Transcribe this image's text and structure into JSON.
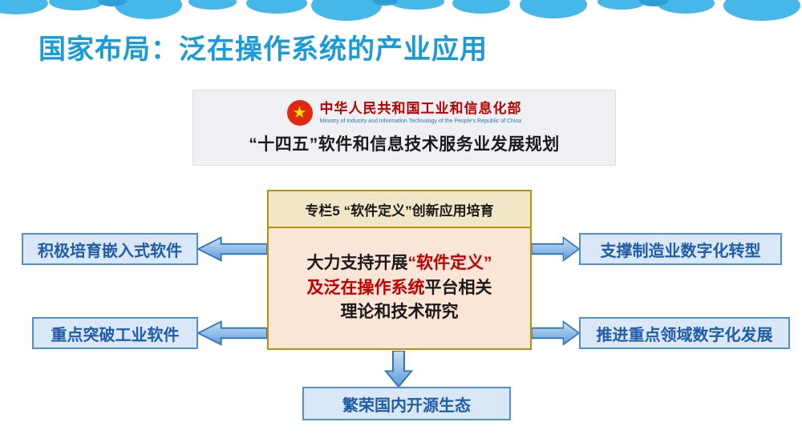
{
  "slide": {
    "title": "国家布局：泛在操作系统的产业应用"
  },
  "ministry": {
    "emblem_icon": "china-national-emblem",
    "name_cn": "中华人民共和国工业和信息化部",
    "name_en": "Ministry of Industry and Information Technology of the People's Republic of China",
    "plan_title": "“十四五”软件和信息技术服务业发展规划"
  },
  "center_box": {
    "header": "专栏5 “软件定义”创新应用培育",
    "body_lines": [
      [
        {
          "text": "大力支持开展",
          "red": false
        },
        {
          "text": "“软件定义”",
          "red": true
        }
      ],
      [
        {
          "text": "及泛在操作系统",
          "red": true
        },
        {
          "text": "平台相关",
          "red": false
        }
      ],
      [
        {
          "text": "理论和技术研究",
          "red": false
        }
      ]
    ]
  },
  "nodes": {
    "left_top": "积极培育嵌入式软件",
    "left_bottom": "重点突破工业软件",
    "right_top": "支撑制造业数字化转型",
    "right_bottom": "推进重点领域数字化发展",
    "bottom": "繁荣国内开源生态"
  },
  "colors": {
    "title": "#18,9BD9",
    "cloud": "#45B7E9",
    "cloud_dark": "#2E9FD6",
    "node_fill": "#DAE7F6",
    "node_border": "#4F8FD2",
    "node_text": "#1F5CA9",
    "center_header_fill": "#F2E6C9",
    "center_body_fill": "#FBE5D6",
    "center_border": "#BF9000",
    "red_text": "#C00000",
    "arrow_border": "#2E75B6",
    "arrow_fill_light": "#C9DDF2",
    "arrow_fill_dark": "#5B9BD5",
    "emblem_red": "#DE2910",
    "emblem_gold": "#FFDE00",
    "ministry_name_red": "#C00000",
    "ministry_name_blue": "#2E74B5"
  }
}
